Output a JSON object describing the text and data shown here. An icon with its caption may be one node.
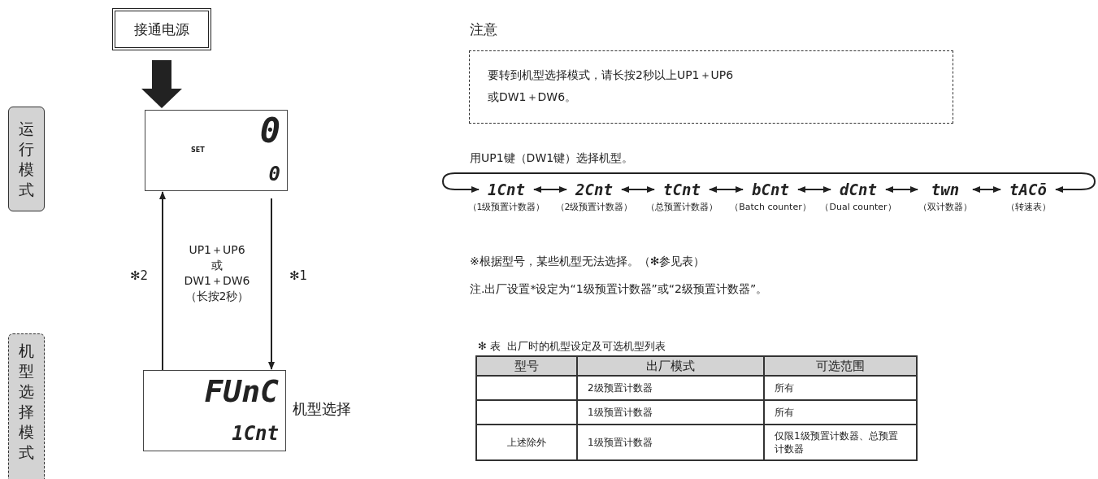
{
  "diagram": {
    "nodes": [
      {
        "text": [
          "接通电源"
        ]
      },
      {
        "text": [
          "0",
          "SET",
          "0"
        ]
      },
      {
        "text": [
          "FUnC",
          "1Cnt"
        ],
        "beside": [
          "机型选择"
        ]
      },
      {
        "text": [
          "运行模式"
        ]
      },
      {
        "text": [
          "机型选择模式"
        ]
      },
      {
        "text": [
          "注意",
          "要转到机型选择模式，请长按2秒以上UP1＋UP6或DW1＋DW6。"
        ]
      },
      {
        "text": [
          "1Cnt"
        ],
        "beside": [
          "（1级预置计数器）"
        ]
      },
      {
        "text": [
          "2Cnt"
        ],
        "beside": [
          "（2级预置计数器）"
        ]
      },
      {
        "text": [
          "tCnt"
        ],
        "beside": [
          "（总预置计数器）"
        ]
      },
      {
        "text": [
          "bCnt"
        ],
        "beside": [
          "（Batch counter）"
        ]
      },
      {
        "text": [
          "dCnt"
        ],
        "beside": [
          "（Dual counter）"
        ]
      },
      {
        "text": [
          "twn"
        ],
        "beside": [
          "（双计数器）"
        ]
      },
      {
        "text": [
          "tACō"
        ],
        "beside": [
          "（转速表）"
        ]
      }
    ],
    "edges": [
      {
        "from": 0,
        "to": 1,
        "arrow": "to",
        "style": "thick"
      },
      {
        "from": 1,
        "to": 2,
        "arrow": "to",
        "label": "✻1"
      },
      {
        "from": 2,
        "to": 1,
        "arrow": "to",
        "label": "✻2"
      },
      {
        "from": 6,
        "to": 7,
        "arrow": "both"
      },
      {
        "from": 7,
        "to": 8,
        "arrow": "both"
      },
      {
        "from": 8,
        "to": 9,
        "arrow": "both"
      },
      {
        "from": 9,
        "to": 10,
        "arrow": "both"
      },
      {
        "from": 10,
        "to": 11,
        "arrow": "both"
      },
      {
        "from": 11,
        "to": 12,
        "arrow": "both"
      },
      {
        "from": 12,
        "to": 6,
        "arrow": "both"
      }
    ],
    "labels": [
      "用UP1键（DW1键）选择机型。",
      "UP1＋UP6 或 DW1＋DW6 （长按2秒）",
      "※根据型号，某些机型无法选择。（✻参见表）",
      "注.出厂设置*设定为“1级预置计数器”或“2级预置计数器”。",
      "✻ 表  出厂时的机型设定及可选机型列表",
      "型号",
      "出厂模式",
      "可选范围",
      "2级预置计数器",
      "所有",
      "1级预置计数器",
      "所有",
      "上述除外",
      "1级预置计数器",
      "仅限1级预置计数器、总预置计数器"
    ]
  }
}
